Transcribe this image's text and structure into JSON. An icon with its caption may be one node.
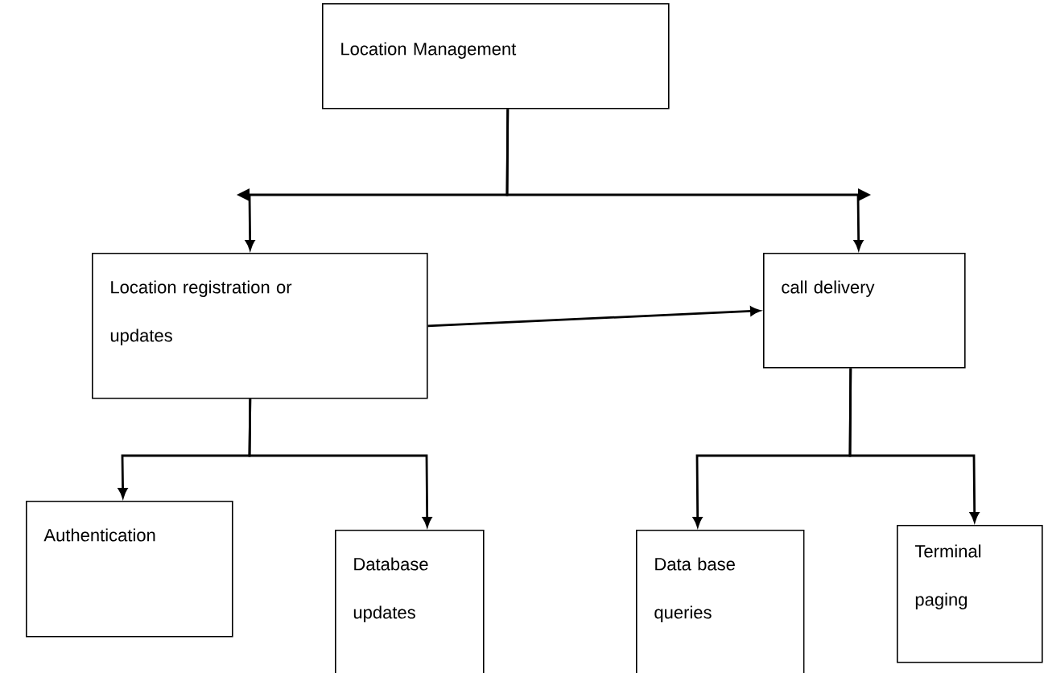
{
  "diagram": {
    "nodes": [
      {
        "text": [
          "Location Management"
        ]
      },
      {
        "text": [
          "Location registration or updates"
        ]
      },
      {
        "text": [
          "call delivery"
        ]
      },
      {
        "text": [
          "Authentication"
        ]
      },
      {
        "text": [
          "Database updates"
        ]
      },
      {
        "text": [
          "Data base queries"
        ]
      },
      {
        "text": [
          "Terminal paging"
        ]
      }
    ],
    "edges": [
      {
        "from": 0,
        "to": 1,
        "arrow": "to"
      },
      {
        "from": 0,
        "to": 2,
        "arrow": "to"
      },
      {
        "from": 1,
        "to": 2,
        "arrow": "to"
      },
      {
        "from": 1,
        "to": 3,
        "arrow": "to"
      },
      {
        "from": 1,
        "to": 4,
        "arrow": "to"
      },
      {
        "from": 2,
        "to": 5,
        "arrow": "to"
      },
      {
        "from": 2,
        "to": 6,
        "arrow": "to"
      }
    ]
  }
}
